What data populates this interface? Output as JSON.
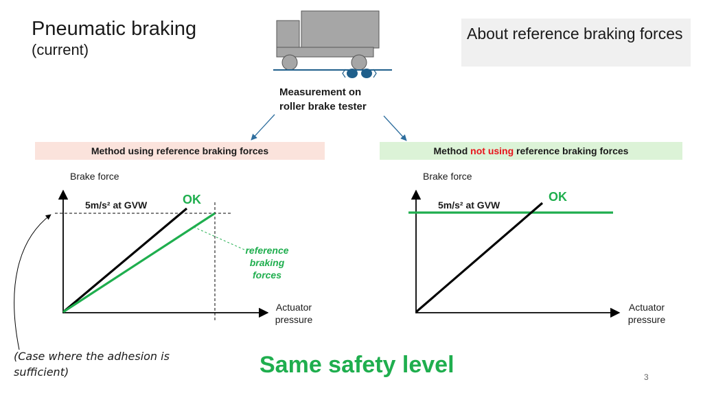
{
  "header": {
    "title": "Pneumatic braking",
    "subtitle": "(current)",
    "about_box": "About reference braking forces"
  },
  "measurement": {
    "line1": "Measurement on",
    "line2": "roller brake tester"
  },
  "methods": {
    "left_label": "Method using reference braking forces",
    "right_prefix": "Method ",
    "right_highlight": "not using",
    "right_suffix": " reference braking forces"
  },
  "chart_data": [
    {
      "type": "line",
      "ylabel": "Brake force",
      "xlabel_line1": "Actuator",
      "xlabel_line2": "pressure",
      "threshold_label": "5m/s² at GVW",
      "ok_label": "OK",
      "annotation": [
        "reference",
        "braking",
        "forces"
      ],
      "series": [
        {
          "color": "#000000"
        },
        {
          "color": "#1fae4e"
        }
      ]
    },
    {
      "type": "line",
      "ylabel": "Brake force",
      "xlabel_line1": "Actuator",
      "xlabel_line2": "pressure",
      "threshold_label": "5m/s² at GVW",
      "ok_label": "OK",
      "series": [
        {
          "color": "#000000"
        },
        {
          "color": "#1fae4e"
        }
      ]
    }
  ],
  "footer": {
    "case_line1": "(Case where the adhesion is",
    "case_line2": "sufficient)",
    "conclusion": "Same safety level",
    "page_number": "3"
  },
  "colors": {
    "green": "#1fae4e",
    "red": "#e8141b",
    "arrow_blue": "#2e6e9e",
    "truck_grey": "#a6a6a6",
    "roller_blue": "#1f5f8b"
  }
}
